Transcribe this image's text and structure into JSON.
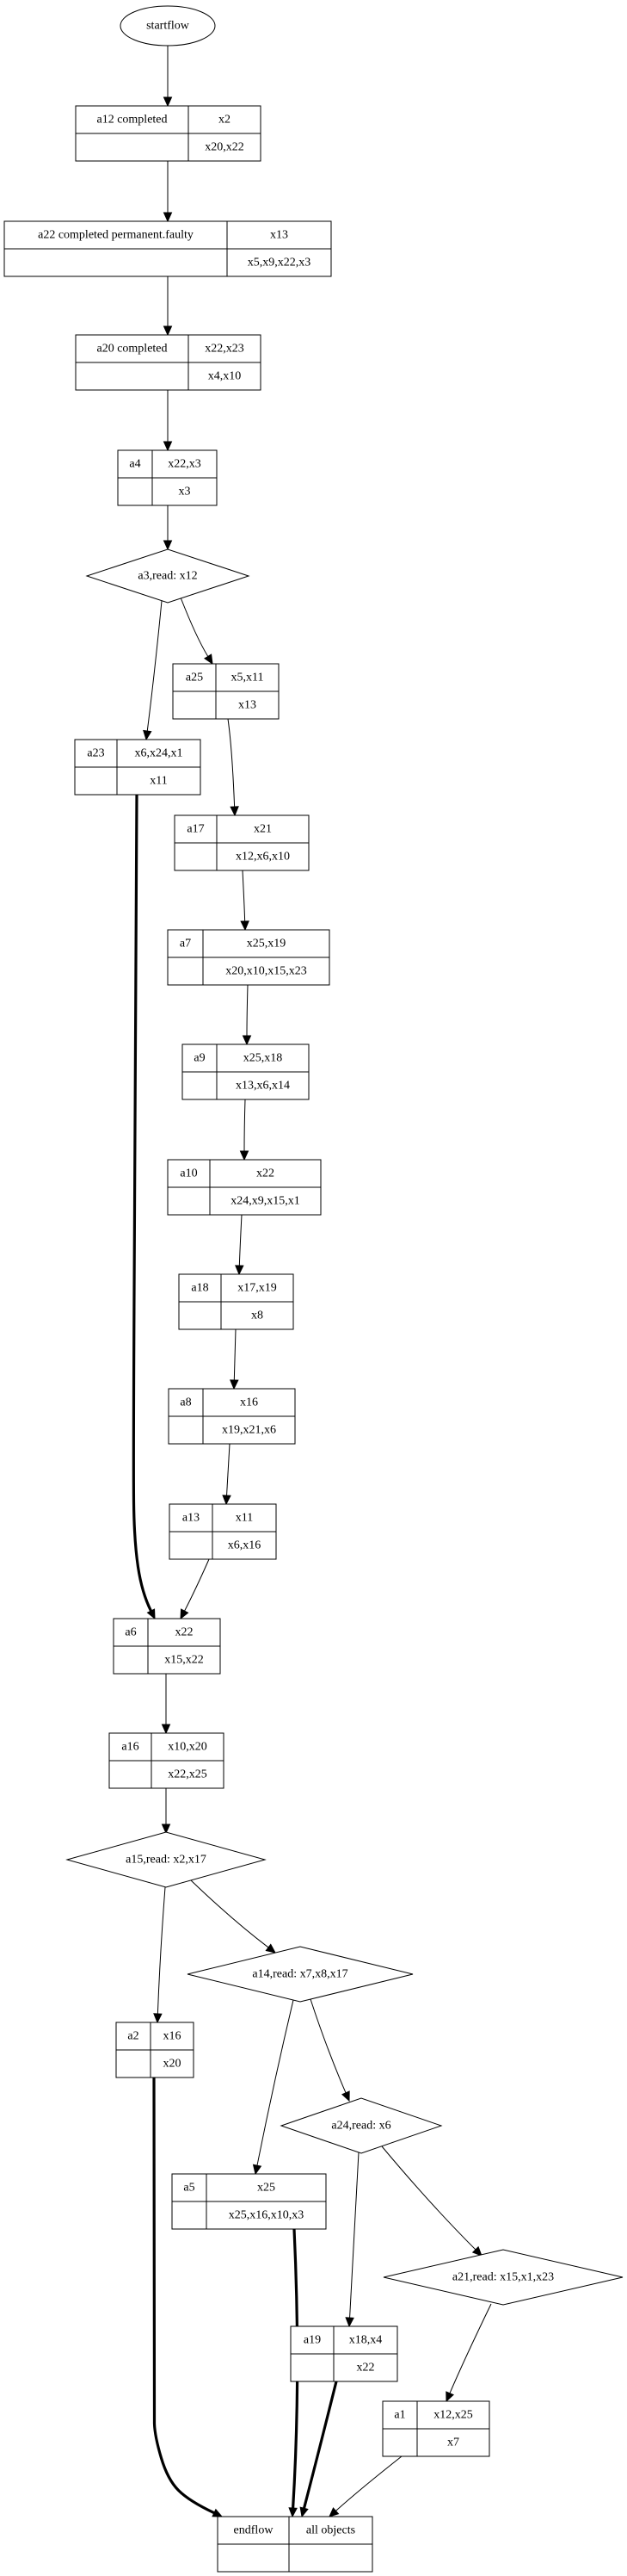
{
  "diagram": {
    "start": {
      "id": "startflow",
      "label": "startflow"
    },
    "end": {
      "id": "endflow",
      "label": "endflow",
      "objects": "all objects",
      "bottom_left": "",
      "bottom_right": ""
    },
    "activities": [
      {
        "id": "a12",
        "label": "a12 completed",
        "reads": "x2",
        "writes": "x20,x22"
      },
      {
        "id": "a22",
        "label": "a22 completed permanent.faulty",
        "reads": "x13",
        "writes": "x5,x9,x22,x3"
      },
      {
        "id": "a20",
        "label": "a20 completed",
        "reads": "x22,x23",
        "writes": "x4,x10"
      },
      {
        "id": "a4",
        "label": "a4",
        "reads": "x22,x3",
        "writes": "x3"
      },
      {
        "id": "a25",
        "label": "a25",
        "reads": "x5,x11",
        "writes": "x13"
      },
      {
        "id": "a23",
        "label": "a23",
        "reads": "x6,x24,x1",
        "writes": "x11"
      },
      {
        "id": "a17",
        "label": "a17",
        "reads": "x21",
        "writes": "x12,x6,x10"
      },
      {
        "id": "a7",
        "label": "a7",
        "reads": "x25,x19",
        "writes": "x20,x10,x15,x23"
      },
      {
        "id": "a9",
        "label": "a9",
        "reads": "x25,x18",
        "writes": "x13,x6,x14"
      },
      {
        "id": "a10",
        "label": "a10",
        "reads": "x22",
        "writes": "x24,x9,x15,x1"
      },
      {
        "id": "a18",
        "label": "a18",
        "reads": "x17,x19",
        "writes": "x8"
      },
      {
        "id": "a8",
        "label": "a8",
        "reads": "x16",
        "writes": "x19,x21,x6"
      },
      {
        "id": "a13",
        "label": "a13",
        "reads": "x11",
        "writes": "x6,x16"
      },
      {
        "id": "a6",
        "label": "a6",
        "reads": "x22",
        "writes": "x15,x22"
      },
      {
        "id": "a16",
        "label": "a16",
        "reads": "x10,x20",
        "writes": "x22,x25"
      },
      {
        "id": "a2",
        "label": "a2",
        "reads": "x16",
        "writes": "x20"
      },
      {
        "id": "a5",
        "label": "a5",
        "reads": "x25",
        "writes": "x25,x16,x10,x3"
      },
      {
        "id": "a19",
        "label": "a19",
        "reads": "x18,x4",
        "writes": "x22"
      },
      {
        "id": "a1",
        "label": "a1",
        "reads": "x12,x25",
        "writes": "x7"
      }
    ],
    "decisions": [
      {
        "id": "a3",
        "label": "a3,read: x12"
      },
      {
        "id": "a15",
        "label": "a15,read: x2,x17"
      },
      {
        "id": "a14",
        "label": "a14,read: x7,x8,x17"
      },
      {
        "id": "a24",
        "label": "a24,read: x6"
      },
      {
        "id": "a21",
        "label": "a21,read: x15,x1,x23"
      }
    ],
    "edges": [
      {
        "from": "startflow",
        "to": "a12",
        "style": "normal"
      },
      {
        "from": "a12",
        "to": "a22",
        "style": "normal"
      },
      {
        "from": "a22",
        "to": "a20",
        "style": "normal"
      },
      {
        "from": "a20",
        "to": "a4",
        "style": "normal"
      },
      {
        "from": "a4",
        "to": "a3",
        "style": "normal"
      },
      {
        "from": "a3",
        "to": "a23",
        "style": "normal"
      },
      {
        "from": "a3",
        "to": "a25",
        "style": "normal"
      },
      {
        "from": "a25",
        "to": "a17",
        "style": "normal"
      },
      {
        "from": "a17",
        "to": "a7",
        "style": "normal"
      },
      {
        "from": "a7",
        "to": "a9",
        "style": "normal"
      },
      {
        "from": "a9",
        "to": "a10",
        "style": "normal"
      },
      {
        "from": "a10",
        "to": "a18",
        "style": "normal"
      },
      {
        "from": "a18",
        "to": "a8",
        "style": "normal"
      },
      {
        "from": "a8",
        "to": "a13",
        "style": "normal"
      },
      {
        "from": "a23",
        "to": "a6",
        "style": "bold"
      },
      {
        "from": "a13",
        "to": "a6",
        "style": "normal"
      },
      {
        "from": "a6",
        "to": "a16",
        "style": "normal"
      },
      {
        "from": "a16",
        "to": "a15",
        "style": "normal"
      },
      {
        "from": "a15",
        "to": "a2",
        "style": "normal"
      },
      {
        "from": "a15",
        "to": "a14",
        "style": "normal"
      },
      {
        "from": "a14",
        "to": "a5",
        "style": "normal"
      },
      {
        "from": "a14",
        "to": "a24",
        "style": "normal"
      },
      {
        "from": "a24",
        "to": "a19",
        "style": "normal"
      },
      {
        "from": "a24",
        "to": "a21",
        "style": "normal"
      },
      {
        "from": "a21",
        "to": "a1",
        "style": "normal"
      },
      {
        "from": "a2",
        "to": "endflow",
        "style": "bold"
      },
      {
        "from": "a5",
        "to": "endflow",
        "style": "bold"
      },
      {
        "from": "a19",
        "to": "endflow",
        "style": "bold"
      },
      {
        "from": "a1",
        "to": "endflow",
        "style": "normal"
      }
    ]
  }
}
